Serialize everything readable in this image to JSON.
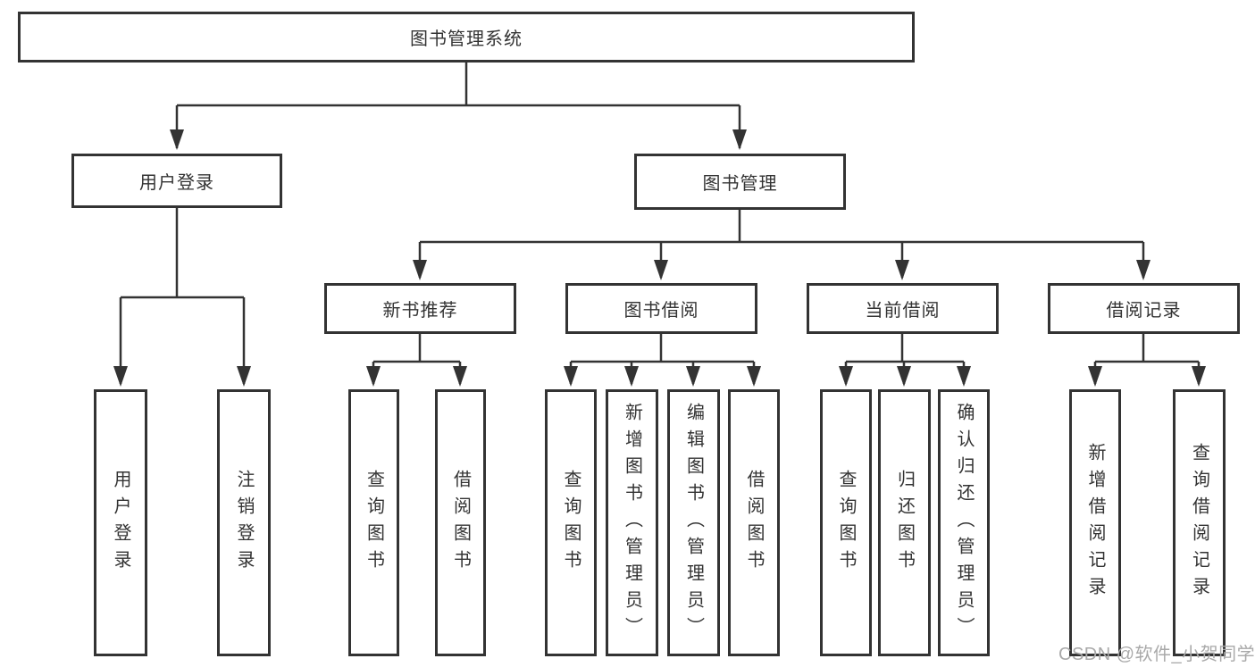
{
  "diagram": {
    "root": {
      "label": "图书管理系统"
    },
    "user_login": {
      "label": "用户登录",
      "children": [
        {
          "label": "用户登录"
        },
        {
          "label": "注销登录"
        }
      ]
    },
    "book_management": {
      "label": "图书管理",
      "children": [
        {
          "label": "新书推荐",
          "children": [
            {
              "label": "查询图书"
            },
            {
              "label": "借阅图书"
            }
          ]
        },
        {
          "label": "图书借阅",
          "children": [
            {
              "label": "查询图书"
            },
            {
              "label": "新增图书（管理员）"
            },
            {
              "label": "编辑图书（管理员）"
            },
            {
              "label": "借阅图书"
            }
          ]
        },
        {
          "label": "当前借阅",
          "children": [
            {
              "label": "查询图书"
            },
            {
              "label": "归还图书"
            },
            {
              "label": "确认归还（管理员）"
            }
          ]
        },
        {
          "label": "借阅记录",
          "children": [
            {
              "label": "新增借阅记录"
            },
            {
              "label": "查询借阅记录"
            }
          ]
        }
      ]
    }
  },
  "watermark": {
    "text": "CSDN @软件_小贺同学"
  },
  "colors": {
    "line": "#333333",
    "text": "#333333",
    "watermark": "#a9a9a9",
    "background": "#ffffff"
  }
}
